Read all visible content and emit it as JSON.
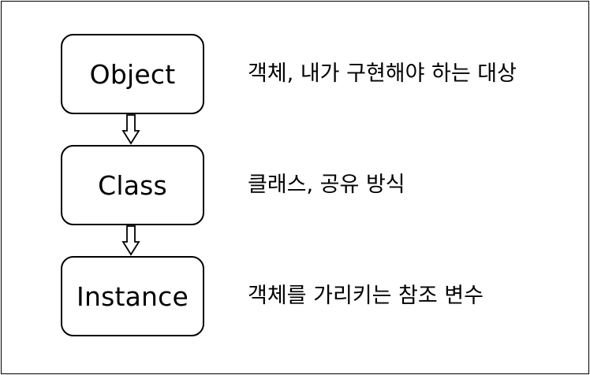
{
  "diagram": {
    "nodes": [
      {
        "label": "Object",
        "description": "객체, 내가 구현해야 하는 대상"
      },
      {
        "label": "Class",
        "description": "클래스, 공유 방식"
      },
      {
        "label": "Instance",
        "description": "객체를 가리키는 참조 변수"
      }
    ],
    "edges": [
      {
        "from": "Object",
        "to": "Class",
        "icon": "hollow-down-arrow-icon"
      },
      {
        "from": "Class",
        "to": "Instance",
        "icon": "hollow-down-arrow-icon"
      }
    ]
  }
}
